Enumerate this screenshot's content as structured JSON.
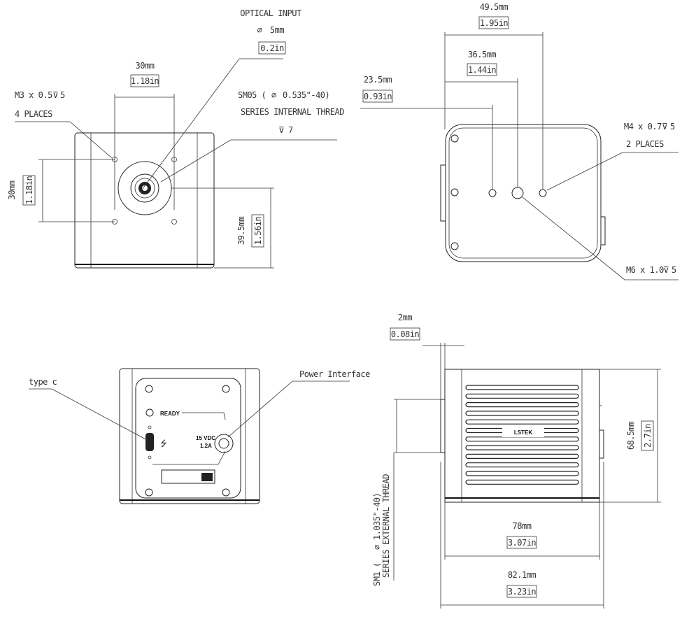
{
  "front_view": {
    "optical_input": {
      "title": "OPTICAL INPUT",
      "dia": "5mm",
      "inch": "0.2in"
    },
    "spacing_h": {
      "mm": "30mm",
      "inch": "1.18in"
    },
    "spacing_v": {
      "mm": "30mm",
      "inch": "1.18in"
    },
    "mount_holes": {
      "line1": "M3 x 0.5",
      "depth": "5",
      "line2": "4 PLACES"
    },
    "sm05": {
      "line1": "SM05 (",
      "line1b": "0.535\"-40)",
      "line2": "SERIES INTERNAL THREAD",
      "depth": "7"
    },
    "height": {
      "mm": "39.5mm",
      "inch": "1.56in"
    }
  },
  "rear_view": {
    "dim_a": {
      "mm": "49.5mm",
      "inch": "1.95in"
    },
    "dim_b": {
      "mm": "36.5mm",
      "inch": "1.44in"
    },
    "dim_c": {
      "mm": "23.5mm",
      "inch": "0.93in"
    },
    "m4": {
      "line1": "M4 x 0.7",
      "depth": "5",
      "line2": "2 PLACES"
    },
    "m6": {
      "line1": "M6 x 1.0",
      "depth": "5"
    }
  },
  "back_panel": {
    "type_c_label": "type c",
    "power_label": "Power Interface",
    "ready": "READY",
    "voltage": "15 VDC",
    "current": "1.2A"
  },
  "side_view": {
    "lip": {
      "mm": "2mm",
      "inch": "0.08in"
    },
    "brand": "LSTEK",
    "height": {
      "mm": "68.5mm",
      "inch": "2.7in"
    },
    "width_inner": {
      "mm": "78mm",
      "inch": "3.07in"
    },
    "width_outer": {
      "mm": "82.1mm",
      "inch": "3.23in"
    },
    "sm1": {
      "line1": "SM1 (",
      "line1b": "1.035\"-40)",
      "line2": "SERIES EXTERNAL THREAD"
    }
  },
  "symbols": {
    "diameter": "⌀",
    "depth": "⊽"
  }
}
